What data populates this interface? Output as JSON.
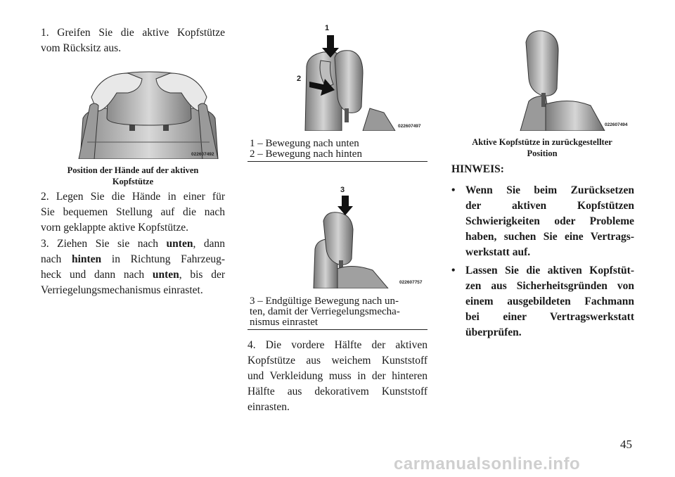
{
  "col1": {
    "step1": [
      "1. Greifen Sie die aktive Kopfstütze",
      "vom Rücksitz aus."
    ],
    "fig1_code": "022607492",
    "fig1_caption": [
      "Position der Hände auf der aktiven",
      "Kopfstütze"
    ],
    "step2": [
      "2. Legen Sie die Hände in einer für",
      "Sie bequemen Stellung auf die nach",
      "vorn geklappte aktive Kopfstütze."
    ],
    "step3": {
      "l1a": "3. Ziehen Sie sie nach ",
      "l1b": "unten",
      "l1c": ", dann",
      "l2a": "nach ",
      "l2b": "hinten",
      "l2c": " in Richtung Fahrzeug-",
      "l3a": "heck und dann nach ",
      "l3b": "unten",
      "l3c": ", bis der",
      "l4": "Verriegelungsmechanismus einrastet."
    }
  },
  "col2": {
    "fig2_code": "022607497",
    "fig2_labels": [
      "1",
      "2"
    ],
    "legend1": [
      "1 – Bewegung nach unten",
      "2 – Bewegung nach hinten"
    ],
    "fig3_code": "022607757",
    "fig3_labels": [
      "3"
    ],
    "legend2": [
      "3 – Endgültige Bewegung nach un-",
      "ten, damit der Verriegelungsmecha-",
      "nismus einrastet"
    ],
    "step4": [
      "4. Die vordere Hälfte der aktiven",
      "Kopfstütze aus weichem Kunststoff",
      "und Verkleidung muss in der hinteren",
      "Hälfte aus dekorativem Kunststoff",
      "einrasten."
    ]
  },
  "col3": {
    "fig4_code": "022607494",
    "fig4_caption": [
      "Aktive Kopfstütze in zurückgestellter",
      "Position"
    ],
    "note_heading": "HINWEIS:",
    "bullet_symbol": "•",
    "bullet1": [
      "Wenn Sie beim Zurücksetzen",
      "der aktiven Kopfstützen",
      "Schwierigkeiten oder Probleme",
      "haben, suchen Sie eine Vertrags-",
      "werkstatt auf."
    ],
    "bullet2": [
      "Lassen Sie die aktiven Kopfstüt-",
      "zen aus Sicherheitsgründen von",
      "einem ausgebildeten Fachmann",
      "bei einer Vertragswerkstatt",
      "überprüfen."
    ]
  },
  "page_number": "45",
  "watermark": "carmanualsonline.info"
}
